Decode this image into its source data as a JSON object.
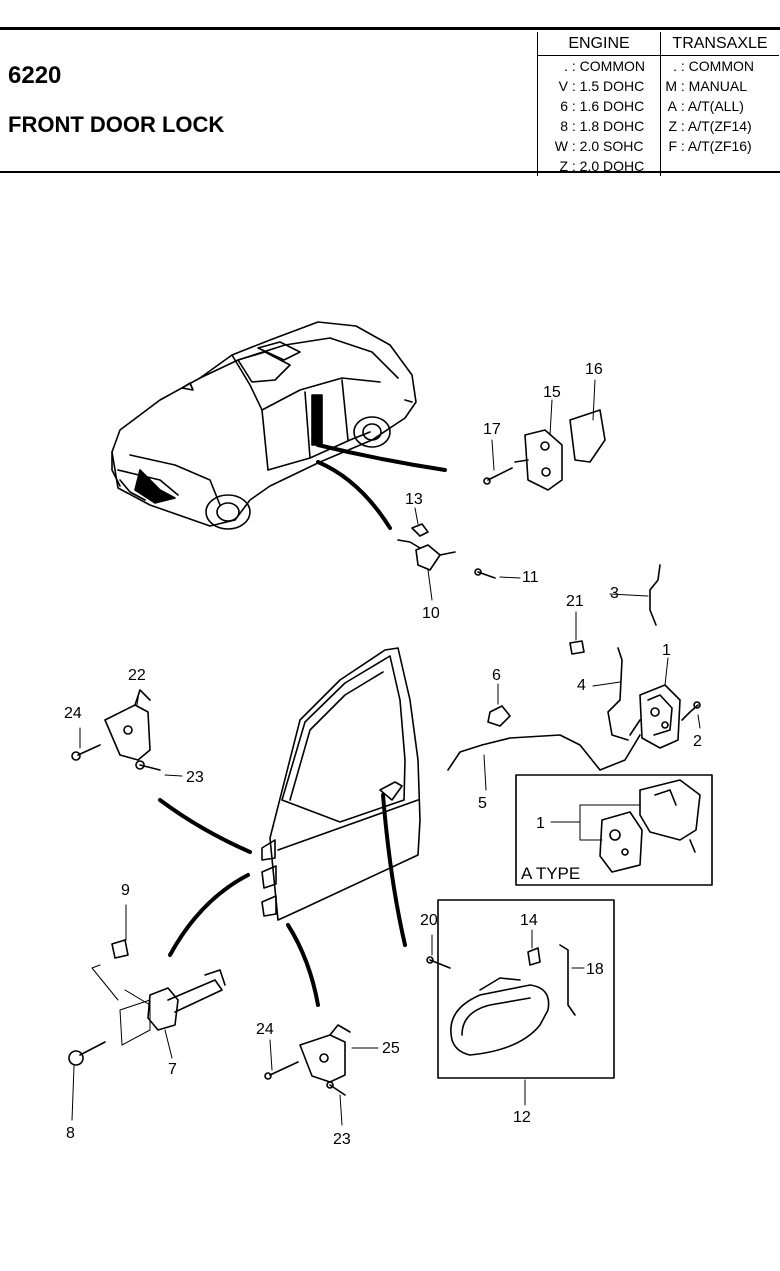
{
  "header": {
    "code": "6220",
    "title": "FRONT DOOR LOCK",
    "engine": {
      "heading": "ENGINE",
      "rows": [
        {
          "key": ".",
          "value": "COMMON"
        },
        {
          "key": "V",
          "value": "1.5 DOHC"
        },
        {
          "key": "6",
          "value": "1.6 DOHC"
        },
        {
          "key": "8",
          "value": "1.8 DOHC"
        },
        {
          "key": "W",
          "value": "2.0 SOHC"
        },
        {
          "key": "Z",
          "value": "2.0 DOHC"
        }
      ]
    },
    "transaxle": {
      "heading": "TRANSAXLE",
      "rows": [
        {
          "key": ".",
          "value": "COMMON"
        },
        {
          "key": "M",
          "value": "MANUAL"
        },
        {
          "key": "A",
          "value": "A/T(ALL)"
        },
        {
          "key": "Z",
          "value": "A/T(ZF14)"
        },
        {
          "key": "F",
          "value": "A/T(ZF16)"
        }
      ]
    }
  },
  "diagram": {
    "a_type_label": "A TYPE",
    "callouts": [
      "1",
      "1",
      "2",
      "3",
      "4",
      "5",
      "6",
      "7",
      "8",
      "9",
      "10",
      "11",
      "12",
      "13",
      "14",
      "15",
      "16",
      "17",
      "18",
      "20",
      "21",
      "22",
      "23",
      "23",
      "24",
      "24",
      "25"
    ]
  }
}
